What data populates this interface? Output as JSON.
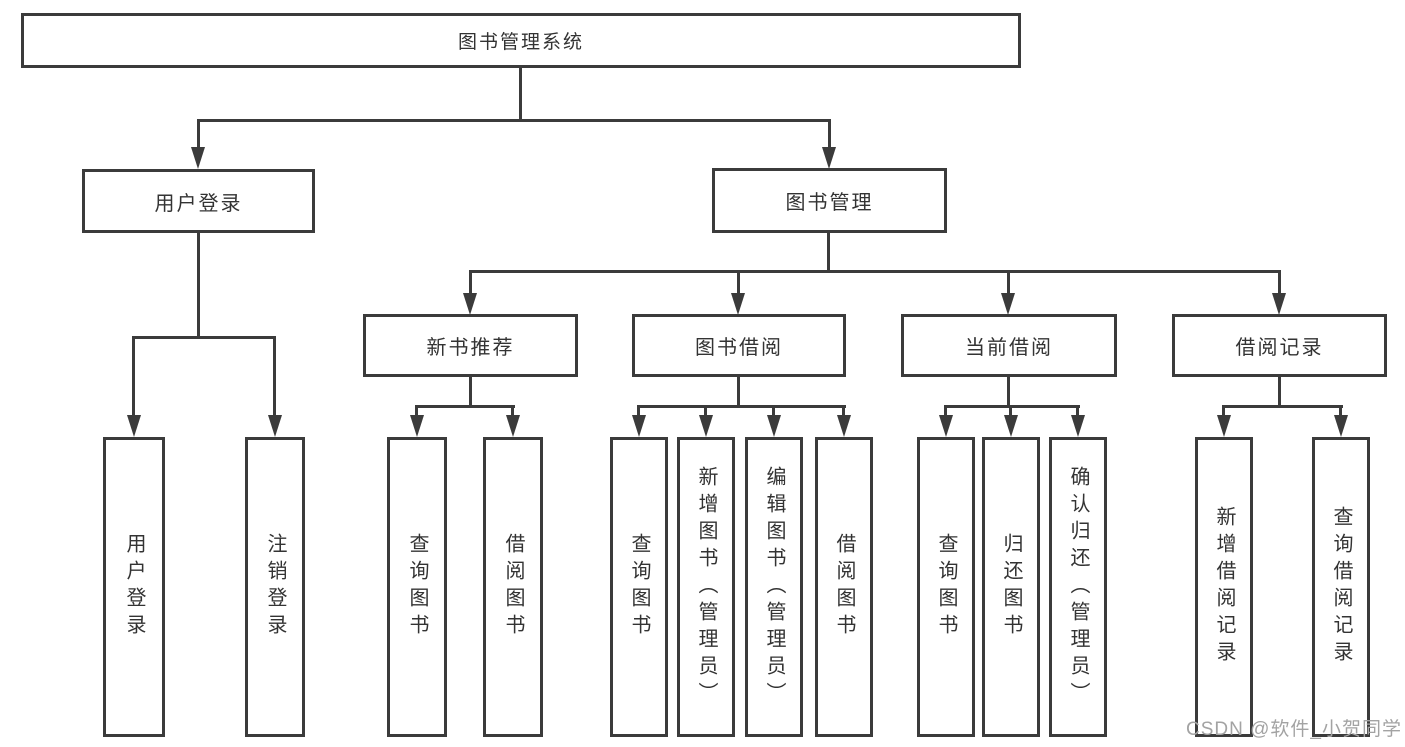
{
  "diagram": {
    "root": "图书管理系统",
    "level2": [
      "用户登录",
      "图书管理"
    ],
    "level3": [
      "新书推荐",
      "图书借阅",
      "当前借阅",
      "借阅记录"
    ],
    "leaves_user": [
      "用户登录",
      "注销登录"
    ],
    "leaves_recommend": [
      "查询图书",
      "借阅图书"
    ],
    "leaves_borrow": [
      "查询图书",
      "新增图书（管理员）",
      "编辑图书（管理员）",
      "借阅图书"
    ],
    "leaves_current": [
      "查询图书",
      "归还图书",
      "确认归还（管理员）"
    ],
    "leaves_records": [
      "新增借阅记录",
      "查询借阅记录"
    ]
  },
  "watermark": "CSDN @软件_小贺同学",
  "colors": {
    "line": "#3b3b3b",
    "text": "#333333",
    "watermark": "#a3a3a3",
    "background": "#ffffff"
  }
}
